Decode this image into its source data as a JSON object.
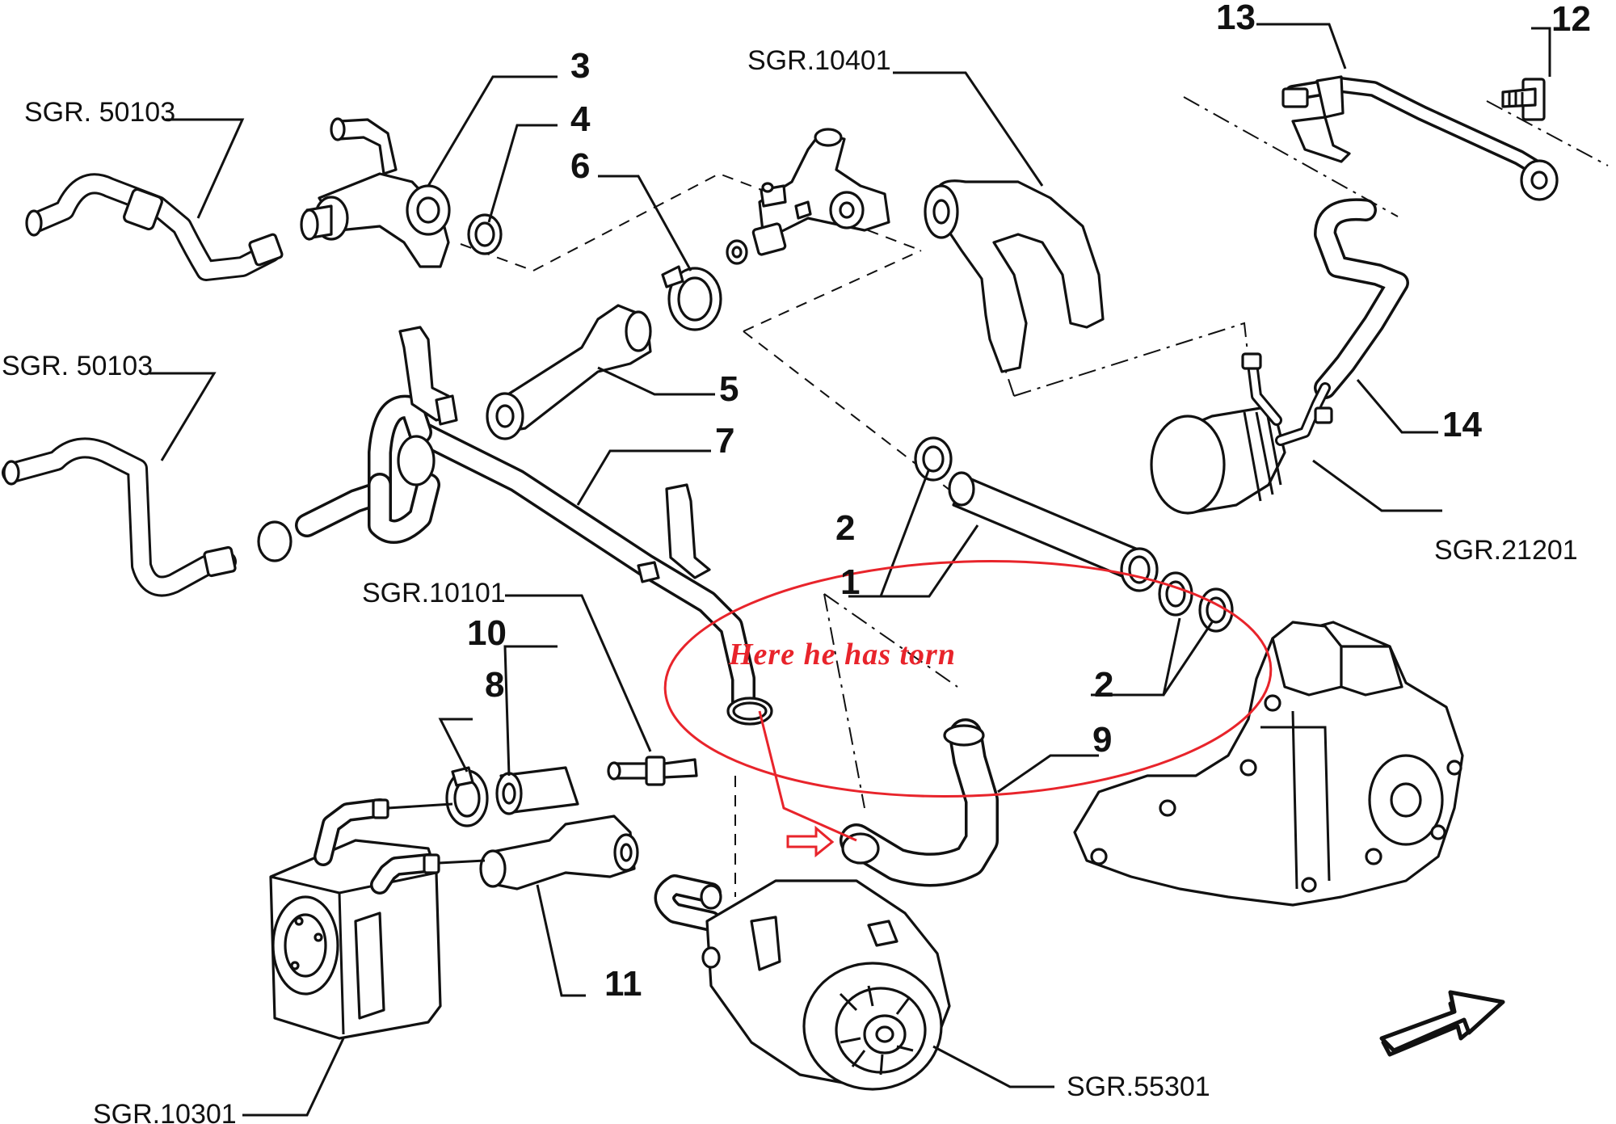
{
  "labels": {
    "sgr_50103_top": "SGR. 50103",
    "sgr_50103_mid": "SGR. 50103",
    "sgr_10401": "SGR.10401",
    "sgr_21201": "SGR.21201",
    "sgr_10101": "SGR.10101",
    "sgr_10301": "SGR.10301",
    "sgr_55301": "SGR.55301"
  },
  "callouts": {
    "n1": "1",
    "n2a": "2",
    "n2b": "2",
    "n3": "3",
    "n4": "4",
    "n5": "5",
    "n6": "6",
    "n7": "7",
    "n8": "8",
    "n9": "9",
    "n10": "10",
    "n11": "11",
    "n12": "12",
    "n13": "13",
    "n14": "14"
  },
  "annotation": {
    "text": "Here he has torn",
    "color": "#e8242b"
  },
  "icons": [
    "direction-arrow-icon"
  ]
}
